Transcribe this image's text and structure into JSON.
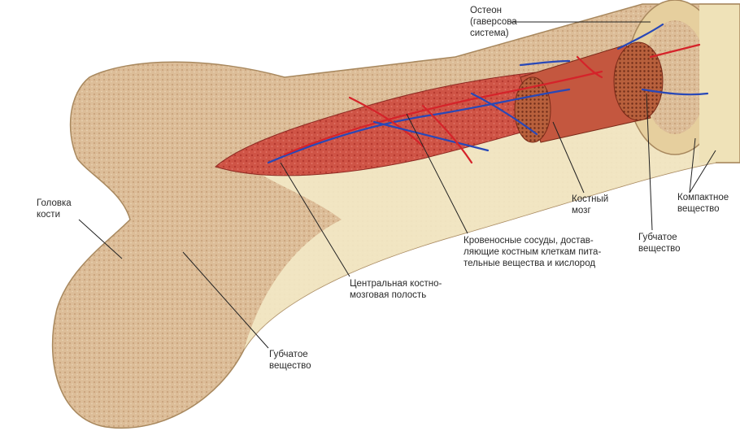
{
  "labels": {
    "osteon": "Остеон\n(гаверсова\nсистема)",
    "femur_head": "Головка\nкости",
    "compact_bone": "Компактное\nвещество",
    "bone_marrow": "Костный\nмозг",
    "blood_vessels": "Кровеносные сосуды, достав-\nляющие костным клеткам пита-\nтельные вещества и кислород",
    "spongy_bone_right": "Губчатое\nвещество",
    "medullary_cavity": "Центральная костно-\nмозговая полость",
    "spongy_bone_left": "Губчатое\nвещество"
  },
  "colors": {
    "bone": "#e3cfa8",
    "spongy": "#d8b893",
    "compact": "#f2e8c4",
    "marrow": "#c8473a",
    "artery": "#d5232a",
    "vein": "#2848b8",
    "leader": "#222222"
  }
}
